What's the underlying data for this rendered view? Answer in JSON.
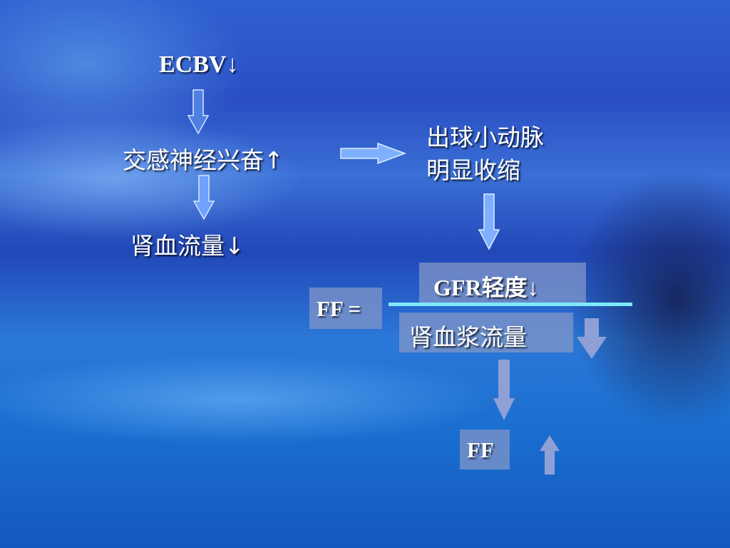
{
  "diagram": {
    "ecbv": "ECBV↓",
    "sympathetic": "交感神经兴奋↑",
    "renal_blood_flow": "肾血流量↓",
    "arteriole_line1": "出球小动脉",
    "arteriole_line2": "明显收缩",
    "gfr": "GFR轻度↓",
    "ff_equals": "FF =",
    "renal_plasma_flow": "肾血浆流量",
    "ff": "FF"
  },
  "colors": {
    "arrow_outline_fill": "#7fb0ff",
    "arrow_solid_fill": "#8fa0d6",
    "box_fill": "#8296c8",
    "fraction_line": "#7fe9ff"
  }
}
